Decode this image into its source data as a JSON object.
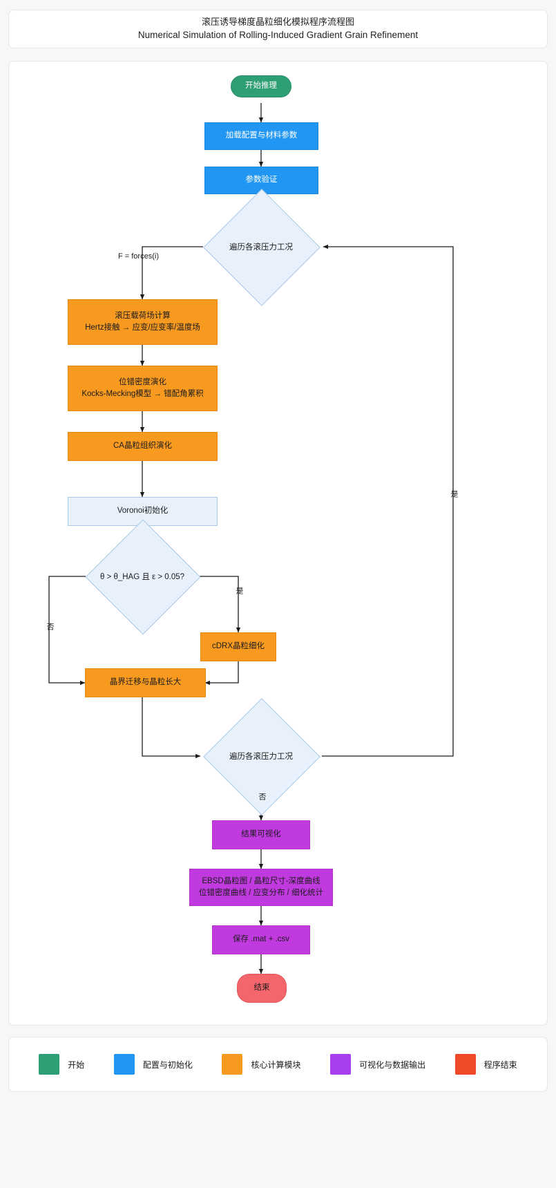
{
  "header": {
    "title_cn": "滚压诱导梯度晶粒细化模拟程序流程图",
    "title_en": "Numerical Simulation of Rolling-Induced Gradient Grain Refinement"
  },
  "flowchart": {
    "nodes": {
      "start": "开始推理",
      "load_config": "加载配置与材料参数",
      "param_check": "参数验证",
      "loop_top": "遍历各滚压力工况",
      "load_field": "滚压载荷场计算\nHertz接触 → 应变/应变率/温度场",
      "dislocation": "位错密度演化\nKocks-Mecking模型 → 错配角累积",
      "ca_evolution": "CA晶粒组织演化",
      "voronoi": "Voronoi初始化",
      "cdrx_check": "θ > θ_HAG 且 ε > 0.05?",
      "cdrx": "cDRX晶粒细化",
      "gb_migration": "晶界迁移与晶粒长大",
      "loop_bottom": "遍历各滚压力工况",
      "visualize": "结果可视化",
      "outputs": "EBSD晶粒图 / 晶粒尺寸-深度曲线\n位错密度曲线 / 应变分布 / 细化统计",
      "save": "保存 .mat + .csv",
      "end": "结束"
    },
    "edge_labels": {
      "forces": "F = forces(i)",
      "yes_loop_top": "是",
      "no_cdrx": "否",
      "yes_cdrx": "是",
      "no_loop_bottom": "否"
    }
  },
  "legend": {
    "items": [
      {
        "label": "开始",
        "color": "#2e9e74"
      },
      {
        "label": "配置与初始化",
        "color": "#2196f3"
      },
      {
        "label": "核心计算模块",
        "color": "#f89a20"
      },
      {
        "label": "可视化与数据输出",
        "color": "#a93ef0"
      },
      {
        "label": "程序结束",
        "color": "#f04a28"
      }
    ]
  }
}
